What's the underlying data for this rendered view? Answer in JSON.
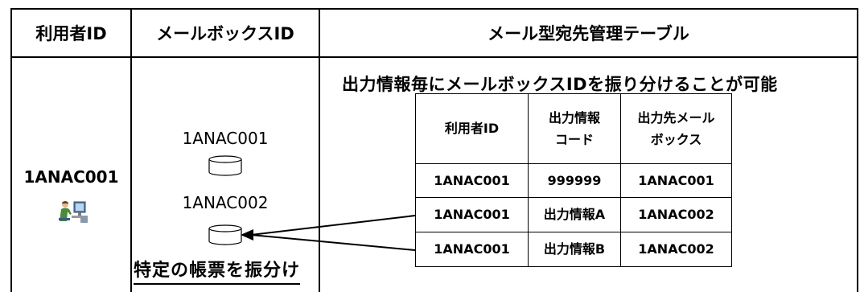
{
  "headers": {
    "user_id": "利用者ID",
    "mailbox_id": "メールボックスID",
    "table_name": "メール型宛先管理テーブル"
  },
  "row": {
    "user_id": "1ANAC001",
    "mailboxes": [
      "1ANAC001",
      "1ANAC002"
    ]
  },
  "caption": "出力情報毎にメールボックスIDを振り分けることが可能",
  "note": "特定の帳票を振分け",
  "inner_table": {
    "headers": [
      "利用者ID",
      "出力情報\nコード",
      "出力先メール\nボックス"
    ],
    "rows": [
      [
        "1ANAC001",
        "999999",
        "1ANAC001"
      ],
      [
        "1ANAC001",
        "出力情報A",
        "1ANAC002"
      ],
      [
        "1ANAC001",
        "出力情報B",
        "1ANAC002"
      ]
    ]
  }
}
